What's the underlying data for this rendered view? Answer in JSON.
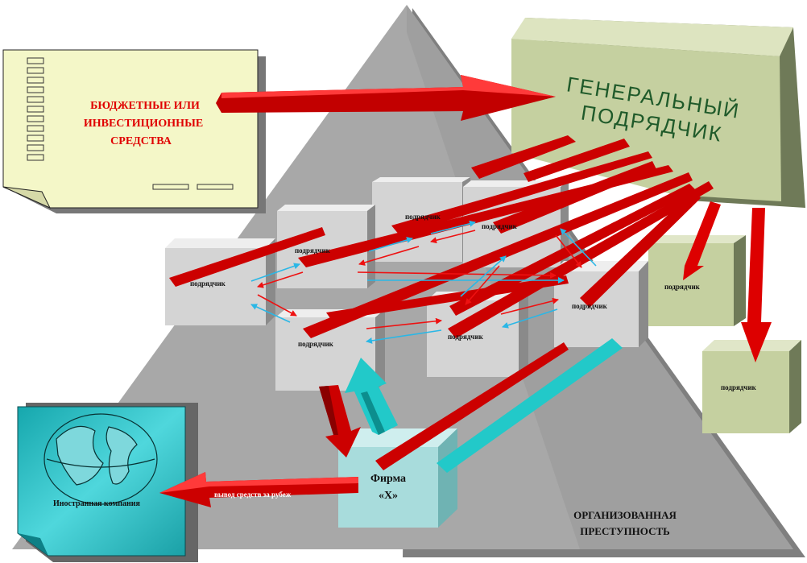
{
  "budget_doc": {
    "line1": "БЮДЖЕТНЫЕ ИЛИ",
    "line2": "ИНВЕСТИЦИОННЫЕ",
    "line3": "СРЕДСТВА"
  },
  "general_contractor": {
    "line1": "ГЕНЕРАЛЬНЫЙ",
    "line2": "ПОДРЯДЧИК"
  },
  "subcontractor_label": "подрядчик",
  "firm_x": {
    "line1": "Фирма",
    "line2": "«Х»"
  },
  "foreign_company": "Иностранная компания",
  "outflow_label": "вывод средств за рубеж",
  "organized_crime": {
    "line1": "ОРГАНИЗОВАННАЯ",
    "line2": "ПРЕСТУПНОСТЬ"
  },
  "colors": {
    "pyramid": "#a6a6a6",
    "pyramid_shadow": "#7f7f7f",
    "gray_box": "#d4d4d4",
    "green_box": "#c5d0a0",
    "doc": "#f4f7c8",
    "red_arrow": "#d40000",
    "cyan_arrow": "#22c9c9",
    "firm": "#a8dcdc",
    "globe_card": "#2bbcc4"
  }
}
